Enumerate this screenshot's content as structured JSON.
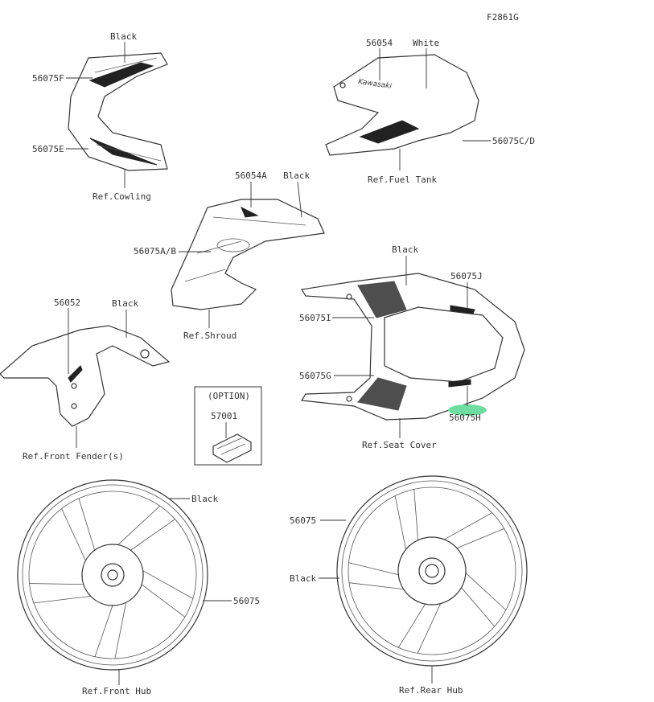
{
  "diagram_code": "F2861G",
  "highlight_color": "#6fdca0",
  "groups": {
    "cowling": {
      "color": "Black",
      "part_upper": "56075F",
      "part_lower": "56075E",
      "ref": "Ref.Cowling"
    },
    "fuel_tank": {
      "part_tank": "56054",
      "color": "White",
      "part_side": "56075C/D",
      "ref": "Ref.Fuel Tank",
      "logo": "Kawasaki"
    },
    "shroud": {
      "part_emblem": "56054A",
      "color": "Black",
      "part_side": "56075A/B",
      "ref": "Ref.Shroud"
    },
    "seat_cover": {
      "color": "Black",
      "part_j": "56075J",
      "part_i": "56075I",
      "part_g": "56075G",
      "part_h": "56075H",
      "ref": "Ref.Seat Cover"
    },
    "front_fender": {
      "part": "56052",
      "color": "Black",
      "ref": "Ref.Front Fender(s)"
    },
    "option": {
      "title": "(OPTION)",
      "part": "57001"
    },
    "front_wheel": {
      "color": "Black",
      "part": "56075",
      "ref": "Ref.Front Hub"
    },
    "rear_wheel": {
      "part": "56075",
      "color": "Black",
      "ref": "Ref.Rear Hub"
    }
  }
}
